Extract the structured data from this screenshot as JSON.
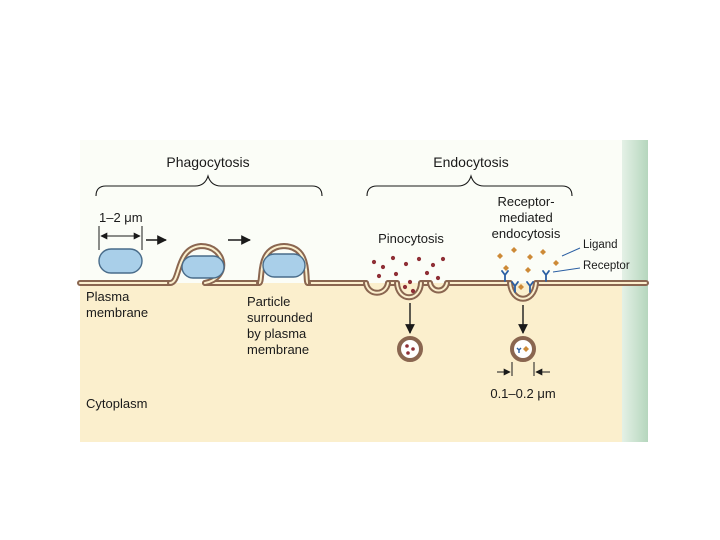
{
  "headings": {
    "phagocytosis": "Phagocytosis",
    "endocytosis": "Endocytosis"
  },
  "labels": {
    "particle_size": "1–2 μm",
    "pinocytosis": "Pinocytosis",
    "receptor_mediated": [
      "Receptor-",
      "mediated",
      "endocytosis"
    ],
    "ligand": "Ligand",
    "receptor": "Receptor",
    "plasma_membrane": [
      "Plasma",
      "membrane"
    ],
    "particle_surrounded": [
      "Particle",
      "surrounded",
      "by plasma",
      "membrane"
    ],
    "vesicle_size": "0.1–0.2 μm",
    "cytoplasm": "Cytoplasm"
  },
  "colors": {
    "background": "#ffffff",
    "panel_top": "#fbfdf7",
    "cytoplasm": "#fbefcd",
    "right_strip": "#c3dfc9",
    "membrane": "#8a6650",
    "particle_fill": "#a9cfe9",
    "particle_stroke": "#496c8a",
    "pinocytosis_dot": "#8f2f36",
    "ligand": "#cd8a37",
    "receptor": "#2b5fa3",
    "ink": "#1a1a1a"
  }
}
